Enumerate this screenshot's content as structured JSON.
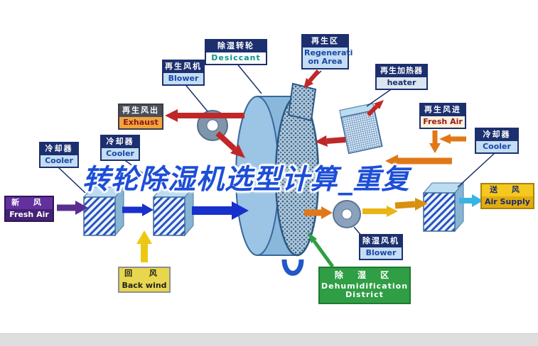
{
  "title": "转轮除湿机选型计算_重复",
  "colors": {
    "title_blue": "#1d4ed8",
    "navy_header": "#1c2f6e",
    "label_body_blue": "#c4ddf2",
    "crimson_arrow": "#c02828",
    "orange_arrow": "#e07818",
    "yellow_arrow": "#ecc814",
    "gold_arrow": "#d89010",
    "blue_arrow": "#1830cc",
    "purple_arrow": "#5b2d91",
    "cyan_arrow": "#38b4e4",
    "green_box": "#2f9e44",
    "wheel_blue": "#8ab8dc",
    "exhaust_body": "#f0a43c",
    "supply_yellow": "#f4c81e"
  },
  "labels": {
    "regen_blower": {
      "zh": "再生风机",
      "en": "Blower"
    },
    "desiccant": {
      "zh": "除湿转轮",
      "en": "Desiccant"
    },
    "regen_area": {
      "zh": "再生区",
      "en": "Regenerati on Area"
    },
    "regen_heater": {
      "zh": "再生加热器",
      "en": "heater"
    },
    "regen_exhaust": {
      "zh": "再生风出",
      "en": "Exhaust"
    },
    "regen_fresh_air": {
      "zh": "再生风进",
      "en": "Fresh Air"
    },
    "cooler_far_left": {
      "zh": "冷却器",
      "en": "Cooler"
    },
    "cooler_left": {
      "zh": "冷却器",
      "en": "Cooler"
    },
    "cooler_right": {
      "zh": "冷却器",
      "en": "Cooler"
    },
    "fresh_air": {
      "zh": "新 风",
      "en": "Fresh Air"
    },
    "air_supply": {
      "zh": "送 风",
      "en": "Air Supply"
    },
    "back_wind": {
      "zh": "回 风",
      "en": "Back wind"
    },
    "dehumid_blower": {
      "zh": "除湿风机",
      "en": "Blower"
    },
    "dehumid_district": {
      "zh": "除 湿 区",
      "en_line1": "Dehumidification",
      "en_line2": "District"
    }
  }
}
